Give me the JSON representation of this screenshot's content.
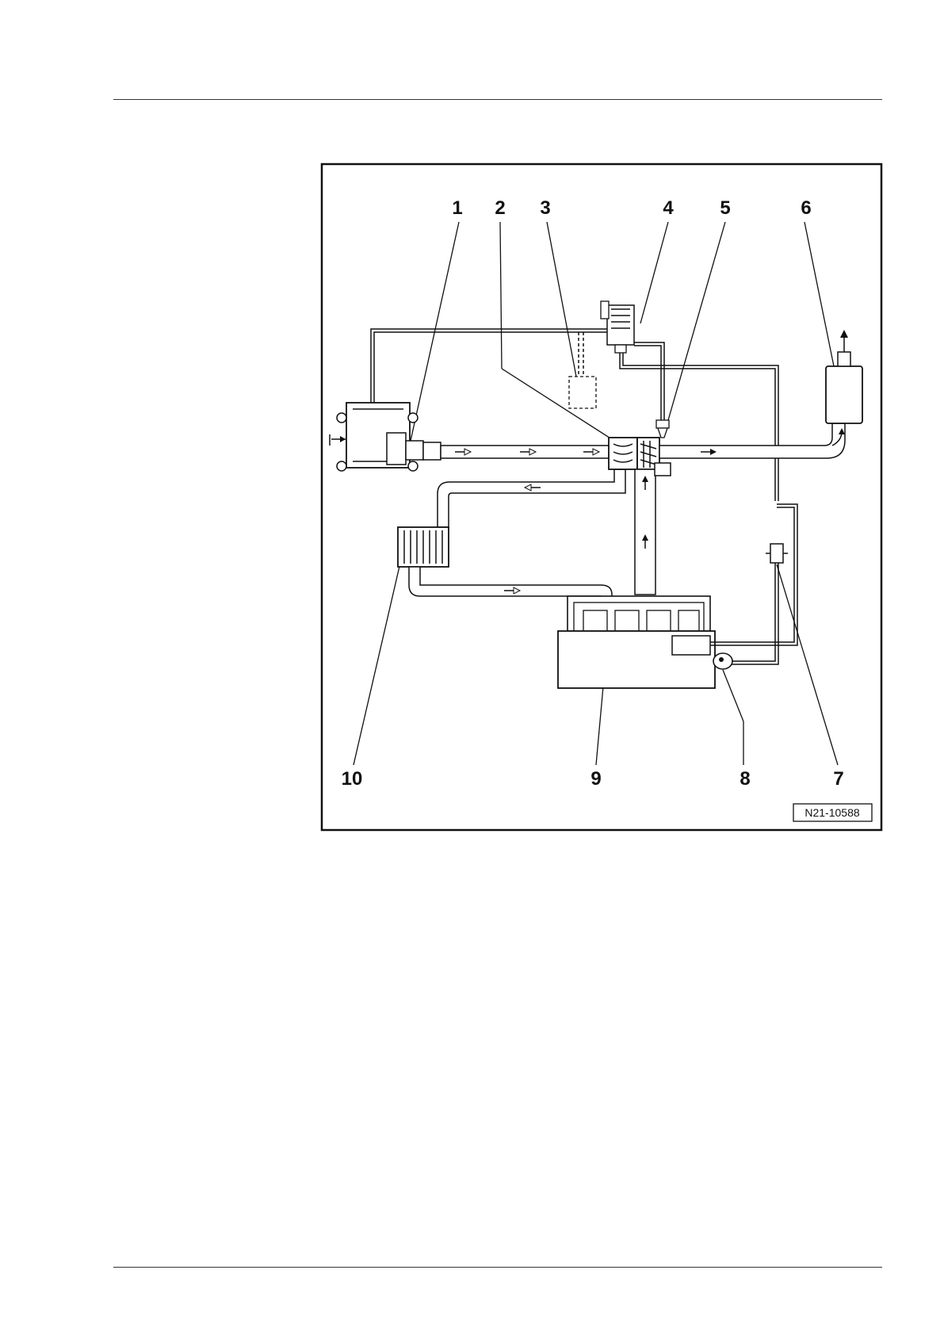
{
  "figure": {
    "reference": "N21-10588",
    "callouts": [
      "1",
      "2",
      "3",
      "4",
      "5",
      "6",
      "7",
      "8",
      "9",
      "10"
    ]
  },
  "colors": {
    "line": "#111111",
    "background": "#ffffff"
  }
}
